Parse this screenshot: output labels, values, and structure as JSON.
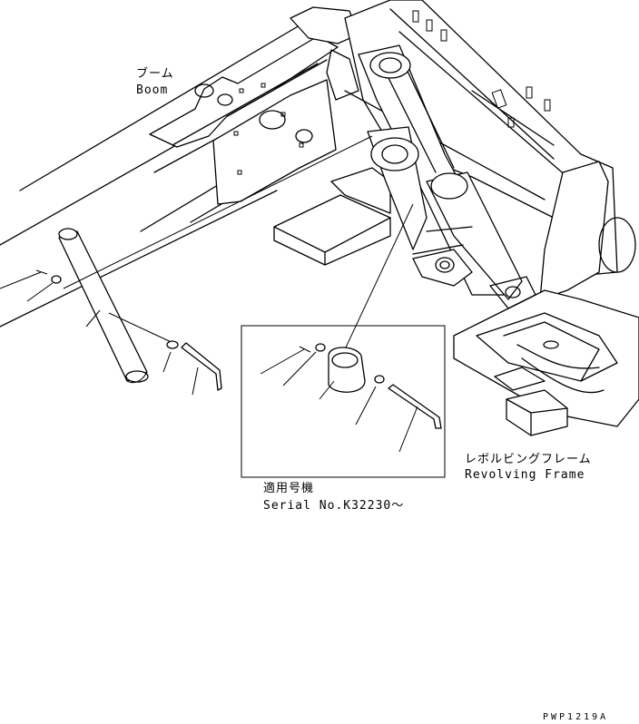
{
  "labels": {
    "boom_jp": "ブーム",
    "boom_en": "Boom",
    "revolving_frame_jp": "レボルビングフレーム",
    "revolving_frame_en": "Revolving Frame",
    "serial_jp": "適用号機",
    "serial_en": "Serial No.K32230～",
    "drawing_code": "PWP1219A"
  }
}
